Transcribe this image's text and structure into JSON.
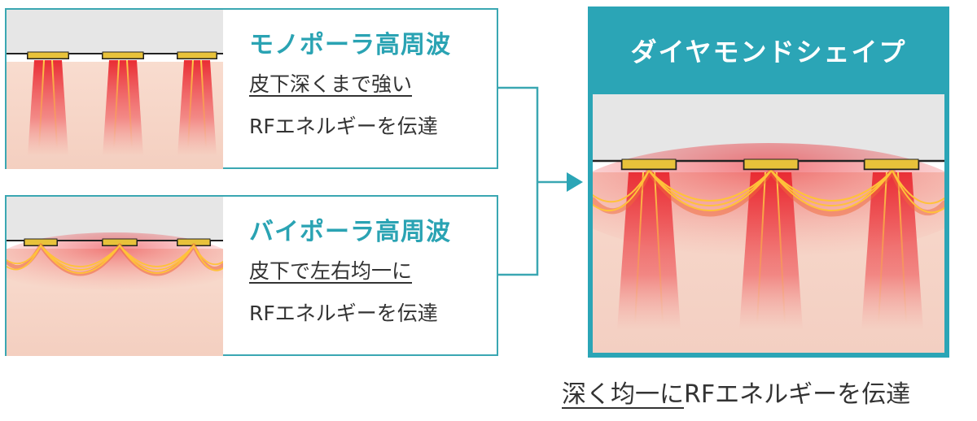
{
  "monopolar": {
    "title": "モノポーラ高周波",
    "line1": "皮下深くまで強い",
    "line2": "RFエネルギーを伝達"
  },
  "bipolar": {
    "title": "バイポーラ高周波",
    "line1": "皮下で左右均一に",
    "line2": "RFエネルギーを伝達"
  },
  "diamond": {
    "title": "ダイヤモンドシェイプ"
  },
  "caption": {
    "underlined": "深く均一に",
    "rest": "RFエネルギーを伝達"
  },
  "colors": {
    "accent": "#2ba5b6",
    "skin": "#f7d6c8",
    "energy_red": "#e8232b",
    "energy_orange": "#f5a020",
    "electrode_gold": "#e8c23a",
    "surface_gray": "#e6e6e6"
  }
}
